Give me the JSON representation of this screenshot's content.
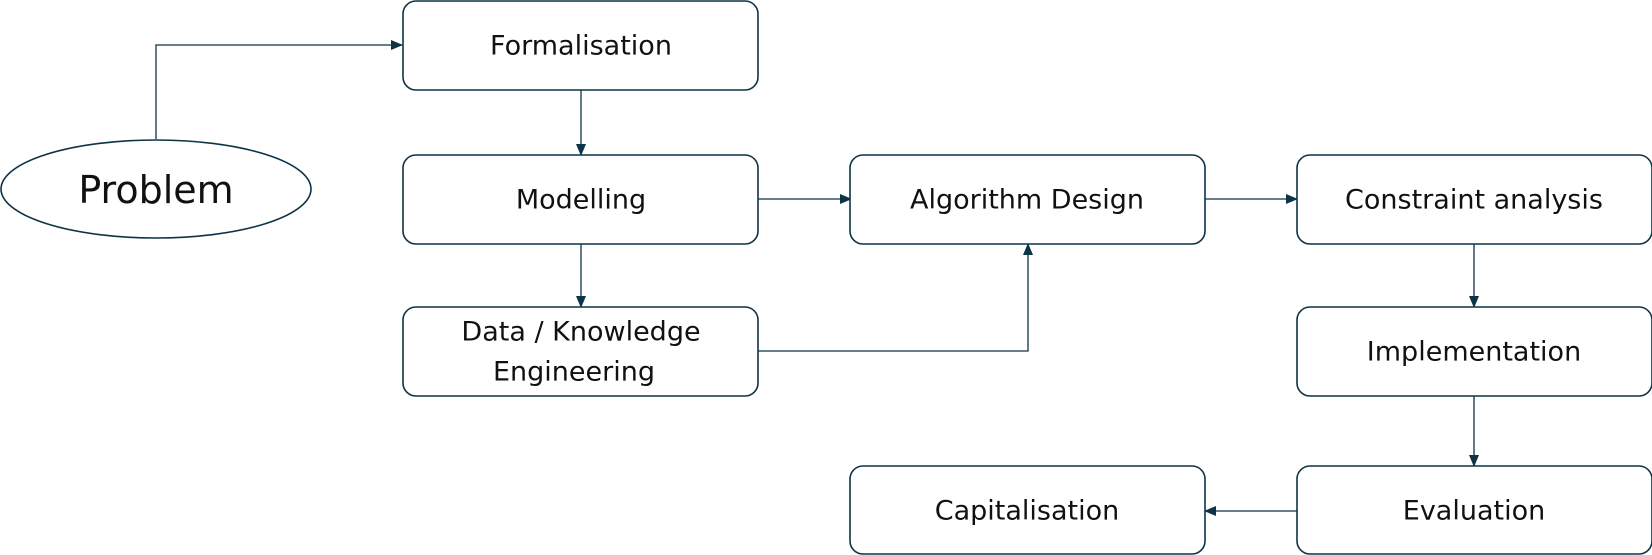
{
  "diagram": {
    "type": "flowchart",
    "colors": {
      "stroke": "#0d3347",
      "text": "#111111",
      "background": "#ffffff"
    },
    "nodes": [
      {
        "id": "problem",
        "label": "Problem",
        "shape": "ellipse"
      },
      {
        "id": "formalisation",
        "label": "Formalisation",
        "shape": "rounded-rect"
      },
      {
        "id": "modelling",
        "label": "Modelling",
        "shape": "rounded-rect"
      },
      {
        "id": "data-knowledge-engineering",
        "label": [
          "Data / Knowledge",
          "Engineering"
        ],
        "shape": "rounded-rect"
      },
      {
        "id": "algorithm-design",
        "label": "Algorithm Design",
        "shape": "rounded-rect"
      },
      {
        "id": "constraint-analysis",
        "label": "Constraint analysis",
        "shape": "rounded-rect"
      },
      {
        "id": "implementation",
        "label": "Implementation",
        "shape": "rounded-rect"
      },
      {
        "id": "evaluation",
        "label": "Evaluation",
        "shape": "rounded-rect"
      },
      {
        "id": "capitalisation",
        "label": "Capitalisation",
        "shape": "rounded-rect"
      }
    ],
    "edges": [
      {
        "from": "problem",
        "to": "formalisation"
      },
      {
        "from": "formalisation",
        "to": "modelling"
      },
      {
        "from": "modelling",
        "to": "data-knowledge-engineering"
      },
      {
        "from": "modelling",
        "to": "algorithm-design"
      },
      {
        "from": "data-knowledge-engineering",
        "to": "algorithm-design"
      },
      {
        "from": "algorithm-design",
        "to": "constraint-analysis"
      },
      {
        "from": "constraint-analysis",
        "to": "implementation"
      },
      {
        "from": "implementation",
        "to": "evaluation"
      },
      {
        "from": "evaluation",
        "to": "capitalisation"
      }
    ]
  }
}
